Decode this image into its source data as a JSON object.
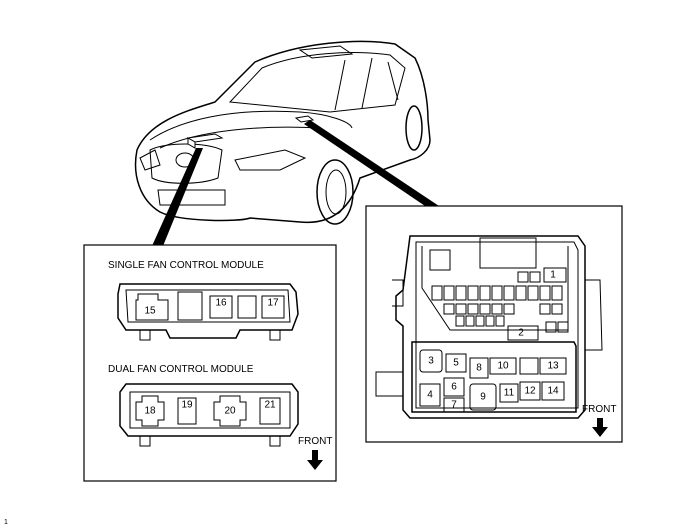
{
  "left_panel": {
    "single_title": "SINGLE FAN CONTROL MODULE",
    "dual_title": "DUAL FAN CONTROL MODULE",
    "front_label": "FRONT",
    "single_labels": [
      "15",
      "16",
      "17"
    ],
    "dual_labels": [
      "18",
      "19",
      "20",
      "21"
    ]
  },
  "right_panel": {
    "front_label": "FRONT",
    "fuse_labels": [
      "1",
      "2",
      "3",
      "4",
      "5",
      "6",
      "7",
      "8",
      "9",
      "10",
      "11",
      "12",
      "13",
      "14"
    ]
  },
  "footer": {
    "mark": "1"
  }
}
